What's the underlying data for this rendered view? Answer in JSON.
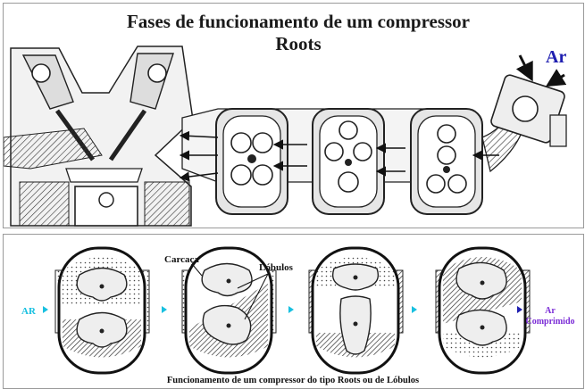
{
  "top": {
    "title_line1": "Fases de funcionamento de um compressor",
    "title_line2": "Roots",
    "air_label": "Ar"
  },
  "bottom": {
    "label_inlet": "AR",
    "label_casing": "Carcaça",
    "label_lobes": "Lóbulos",
    "label_out_line1": "Ar",
    "label_out_line2": "Comprimido",
    "caption": "Funcionamento de um compressor do tipo Roots ou de Lóbulos"
  },
  "colors": {
    "ink": "#1a1a1a",
    "air_blue": "#1f1fb0",
    "cyan_arrow": "#18c0e0",
    "outlet_purple": "#7a2bd6"
  }
}
